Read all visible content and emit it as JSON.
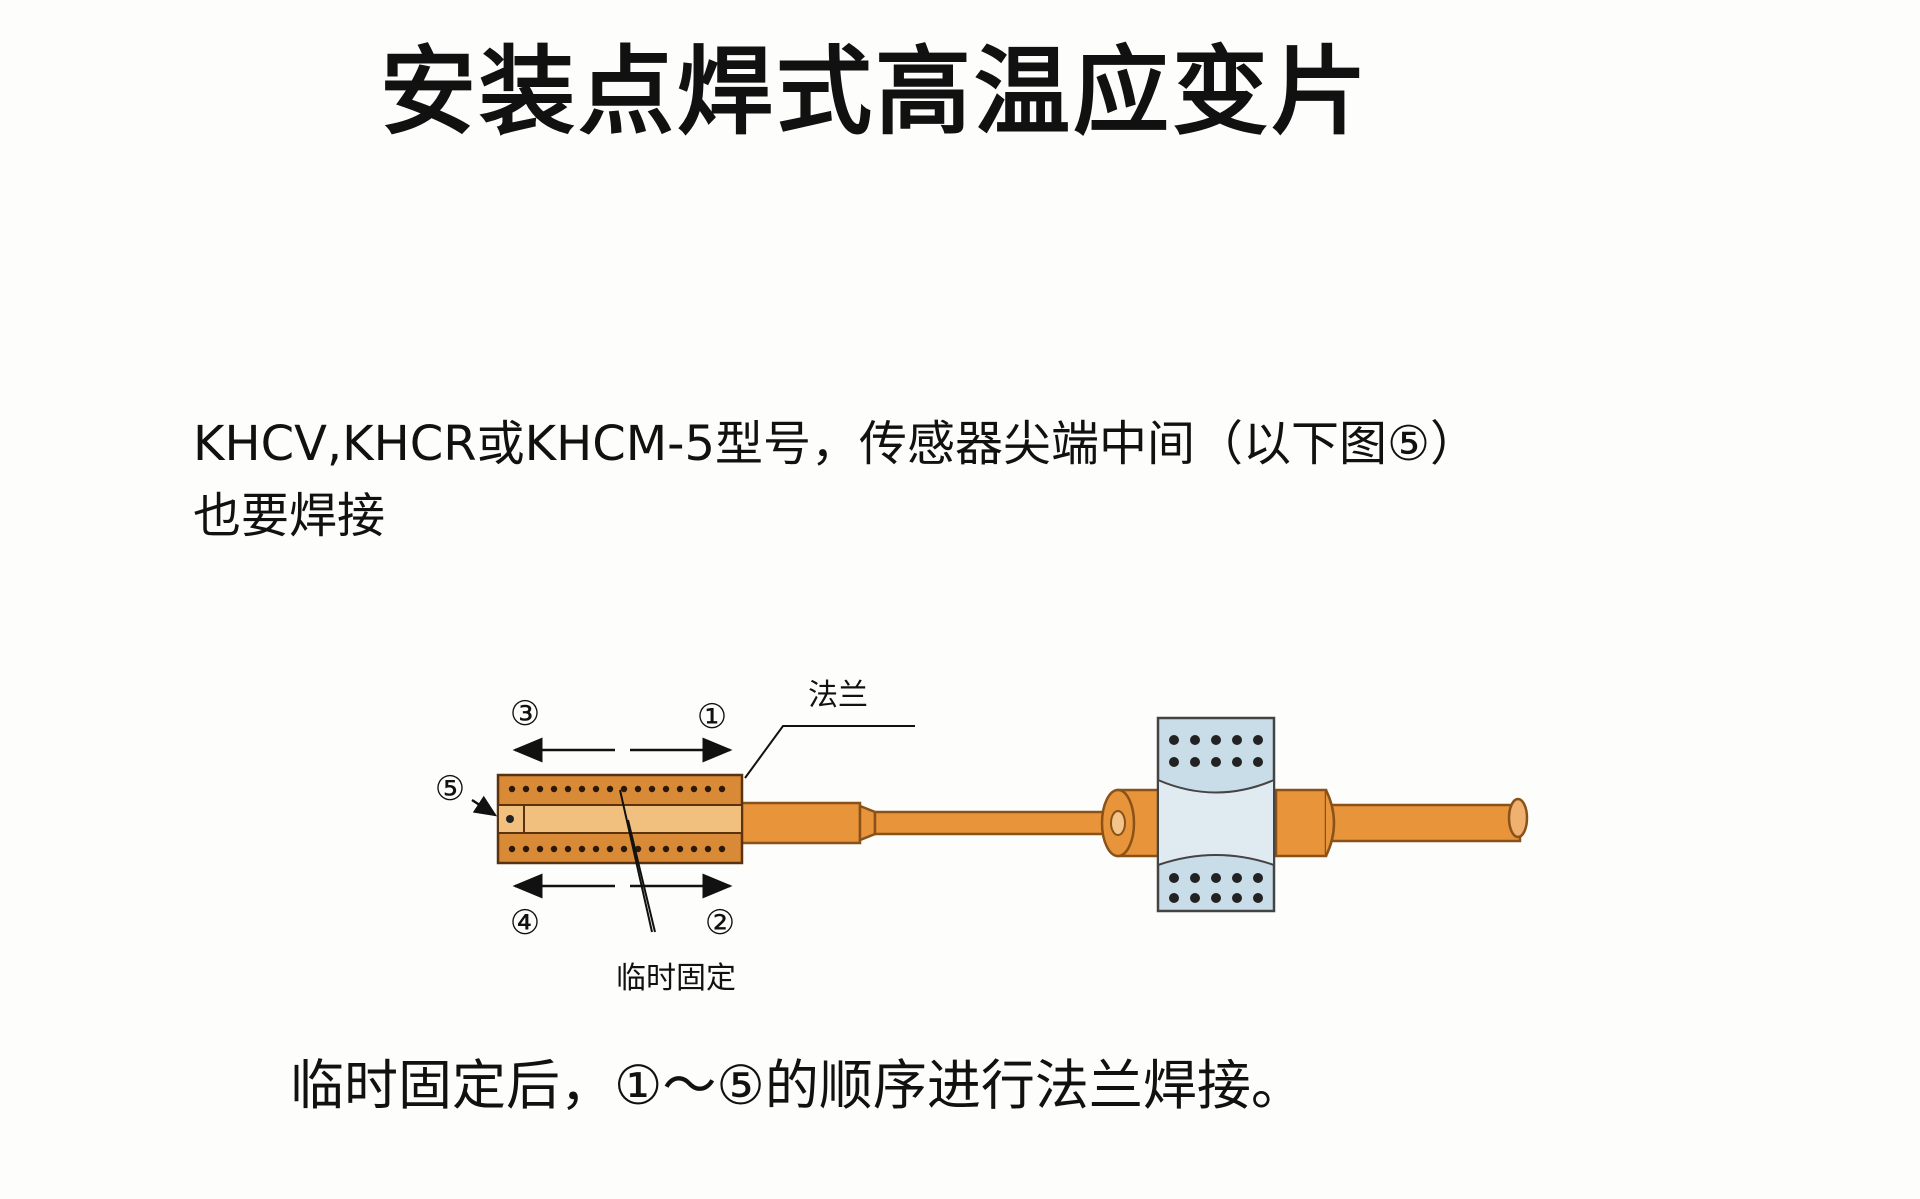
{
  "title": "安装点焊式高温应变片",
  "description": {
    "line1": "KHCV,KHCR或KHCM-5型号，传感器尖端中间（以下图⑤）",
    "line2": "也要焊接"
  },
  "diagram": {
    "flange_label": "法兰",
    "temp_fix_label": "临时固定",
    "marker_1": "①",
    "marker_2": "②",
    "marker_3": "③",
    "marker_4": "④",
    "marker_5": "⑤"
  },
  "footer": "临时固定后，①～⑤的顺序进行法兰焊接。",
  "colors": {
    "copper": "#e8943a",
    "copper_dark": "#b06a20",
    "clamp": "#c9dde8"
  }
}
